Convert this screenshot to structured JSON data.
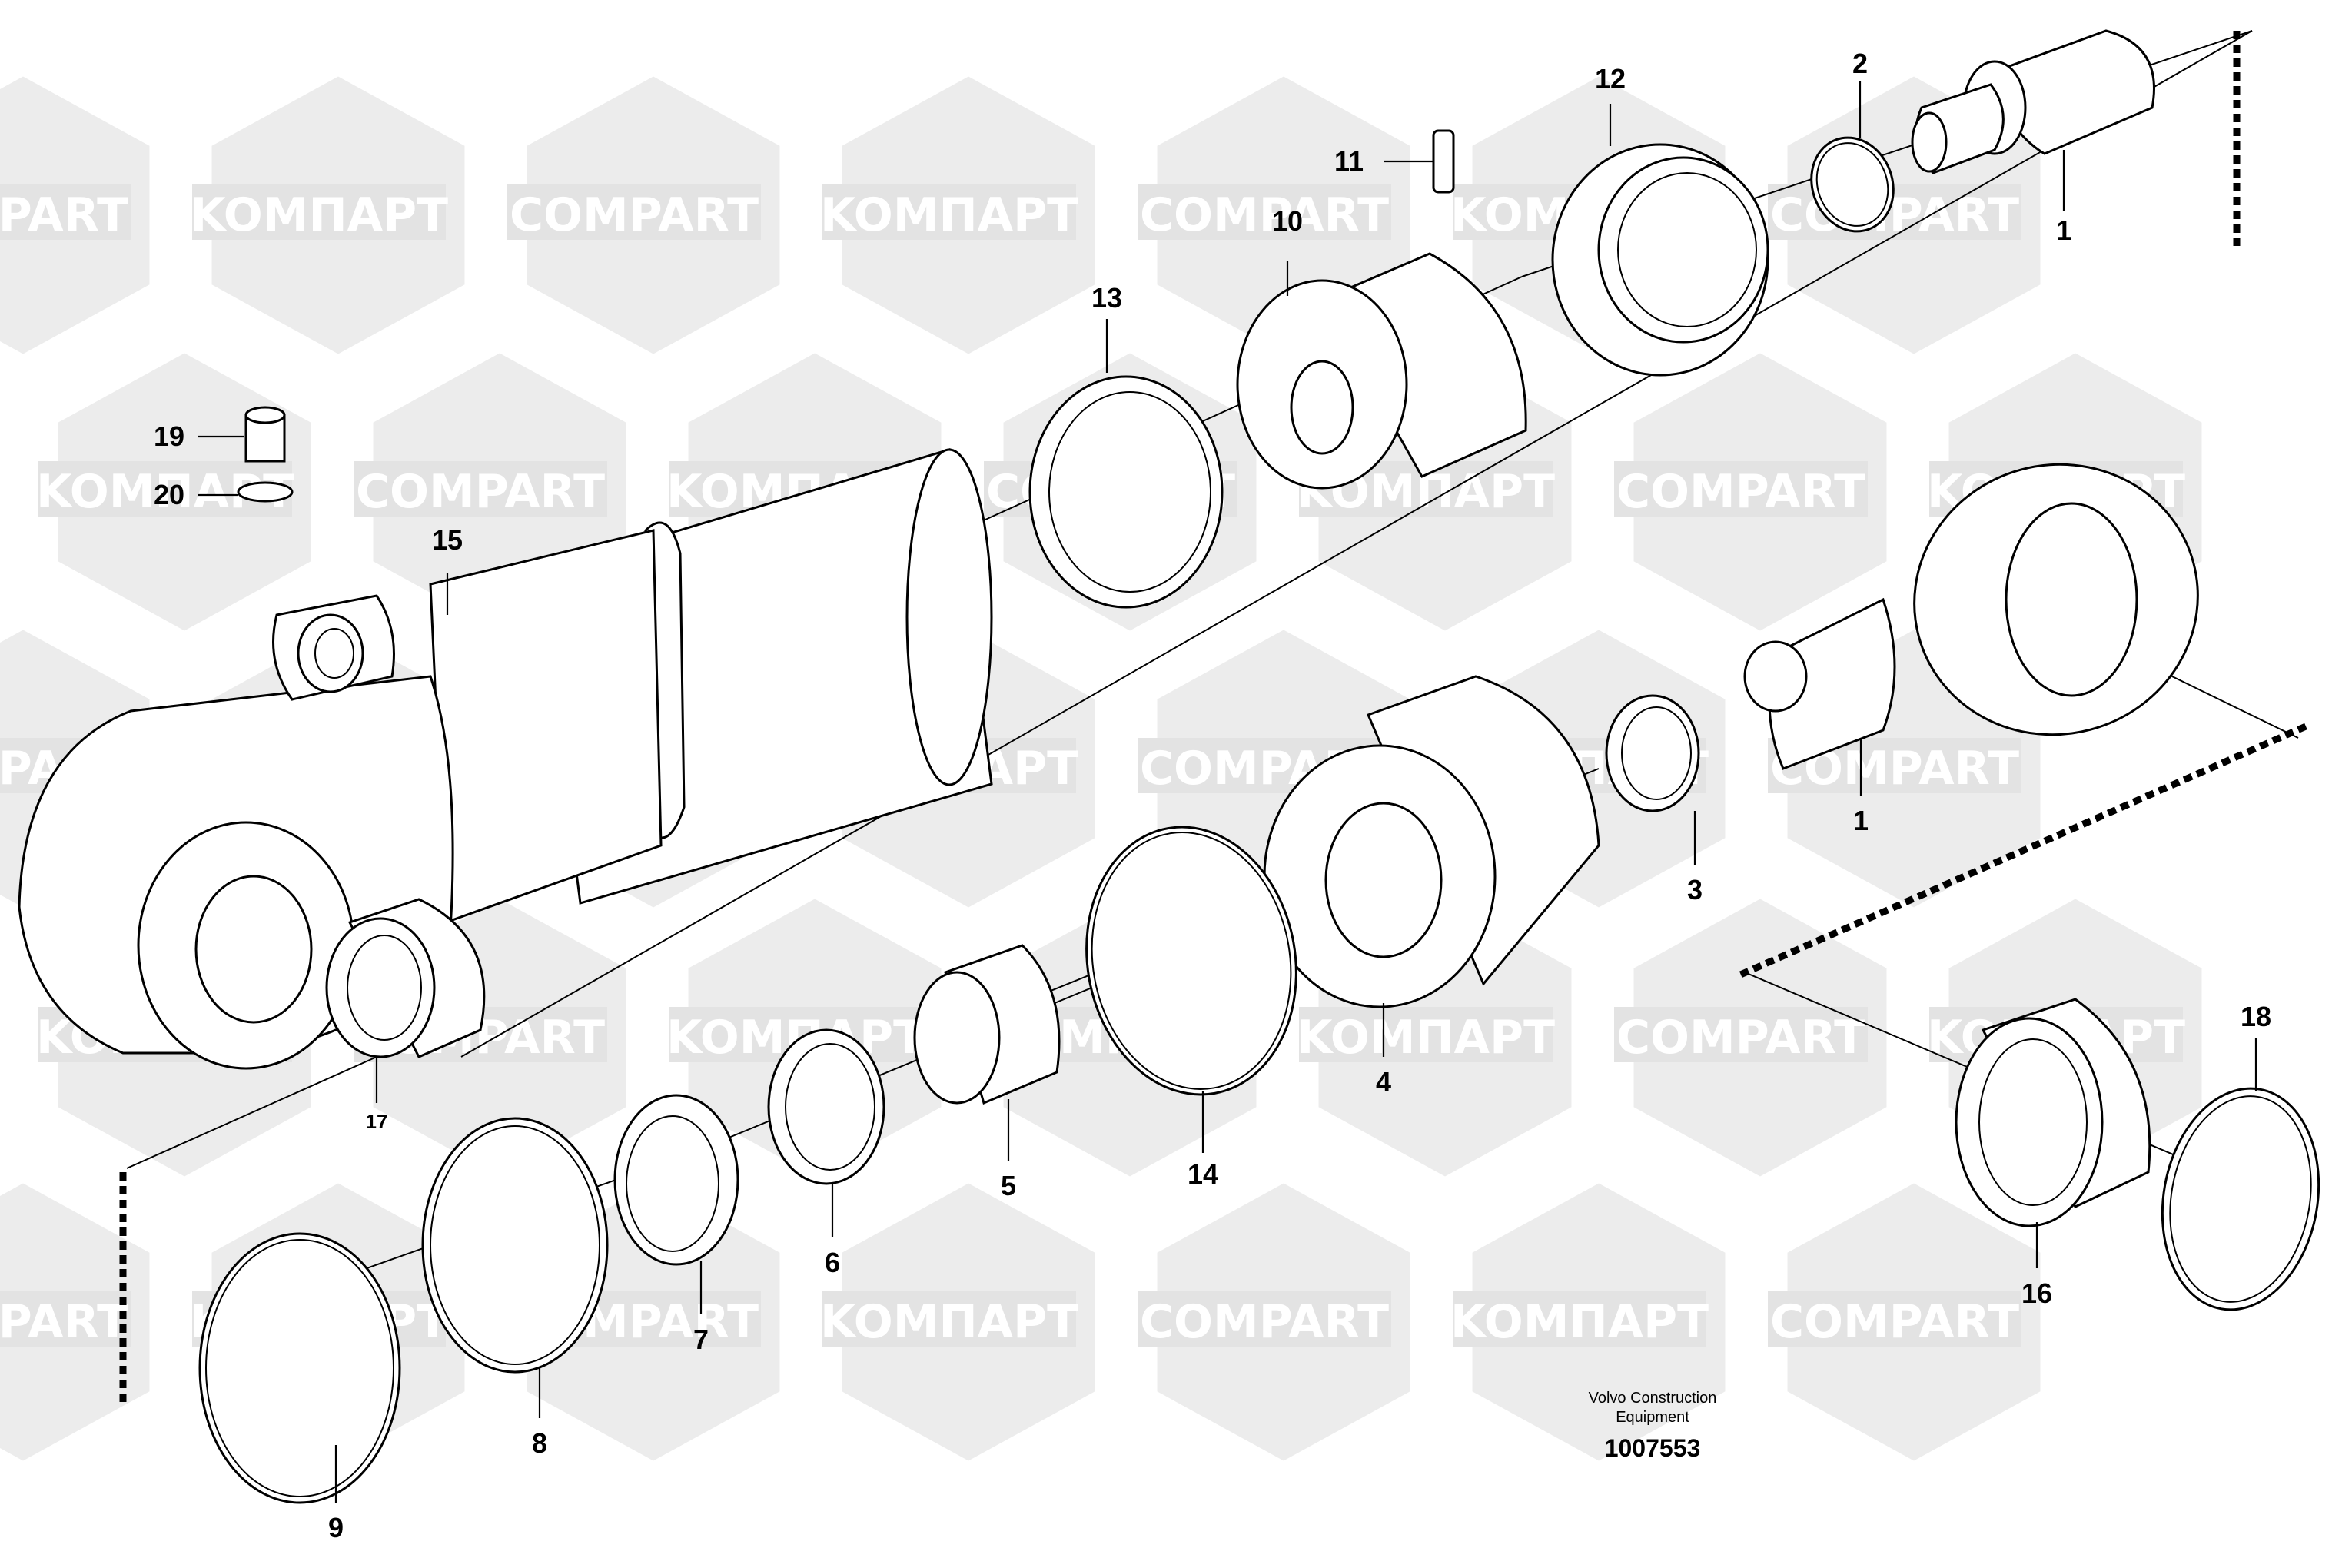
{
  "watermark": {
    "text_latin": "COMPART",
    "text_cyrillic": "KOMПАРТ"
  },
  "footer": {
    "line1": "Volvo Construction",
    "line2": "Equipment",
    "number": "1007553"
  },
  "callouts": [
    {
      "id": "c1a",
      "label": "1"
    },
    {
      "id": "c1b",
      "label": "1"
    },
    {
      "id": "c2",
      "label": "2"
    },
    {
      "id": "c3",
      "label": "3"
    },
    {
      "id": "c4",
      "label": "4"
    },
    {
      "id": "c5",
      "label": "5"
    },
    {
      "id": "c6",
      "label": "6"
    },
    {
      "id": "c7",
      "label": "7"
    },
    {
      "id": "c8",
      "label": "8"
    },
    {
      "id": "c9",
      "label": "9"
    },
    {
      "id": "c10",
      "label": "10"
    },
    {
      "id": "c11",
      "label": "11"
    },
    {
      "id": "c12",
      "label": "12"
    },
    {
      "id": "c13",
      "label": "13"
    },
    {
      "id": "c14",
      "label": "14"
    },
    {
      "id": "c15",
      "label": "15"
    },
    {
      "id": "c16",
      "label": "16"
    },
    {
      "id": "c17",
      "label": "17"
    },
    {
      "id": "c18",
      "label": "18"
    },
    {
      "id": "c19",
      "label": "19"
    },
    {
      "id": "c20",
      "label": "20"
    }
  ]
}
